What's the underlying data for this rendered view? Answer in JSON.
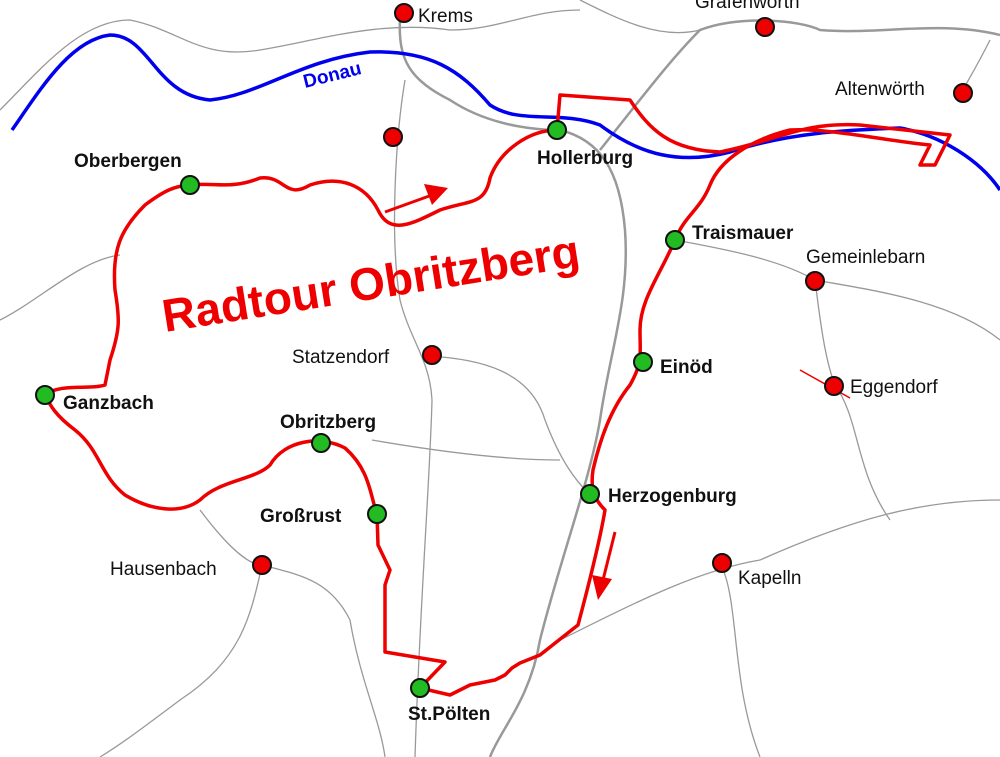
{
  "title": "Radtour Obritzberg",
  "river": "Donau",
  "colors": {
    "route": "#ee0000",
    "river": "#0000ee",
    "stop": "#22bb22",
    "town": "#ee0000",
    "road": "#999999"
  },
  "route_stops": [
    {
      "name": "Hollerburg"
    },
    {
      "name": "Oberbergen"
    },
    {
      "name": "Traismauer"
    },
    {
      "name": "Einöd"
    },
    {
      "name": "Ganzbach"
    },
    {
      "name": "Obritzberg"
    },
    {
      "name": "Großrust"
    },
    {
      "name": "Herzogenburg"
    },
    {
      "name": "St.Pölten"
    }
  ],
  "towns": [
    {
      "name": "Krems"
    },
    {
      "name": "Grafenwörth"
    },
    {
      "name": "Altenwörth"
    },
    {
      "name": "Gemeinlebarn"
    },
    {
      "name": "Statzendorf"
    },
    {
      "name": "Eggendorf"
    },
    {
      "name": "Hausenbach"
    },
    {
      "name": "Kapelln"
    },
    {
      "name": ""
    }
  ]
}
